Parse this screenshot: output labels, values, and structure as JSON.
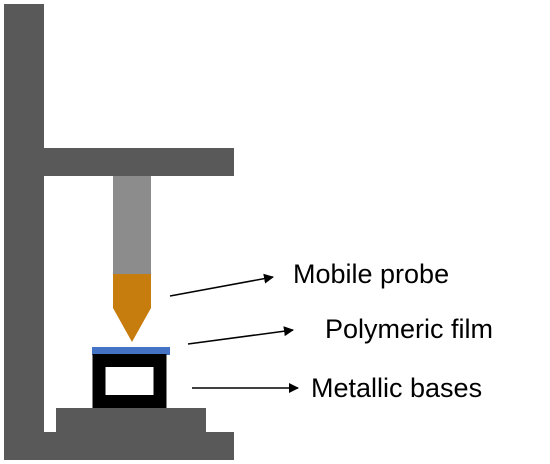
{
  "colors": {
    "frame": "#595959",
    "probe_shaft": "#8c8c8c",
    "probe_tip": "#c77c0e",
    "film": "#4472c4",
    "base_outline": "#000000",
    "base_interior": "#ffffff",
    "arrow": "#000000",
    "text": "#000000"
  },
  "labels": {
    "mobile_probe": "Mobile probe",
    "polymeric_film": "Polymeric film",
    "metallic_bases": "Metallic bases"
  }
}
